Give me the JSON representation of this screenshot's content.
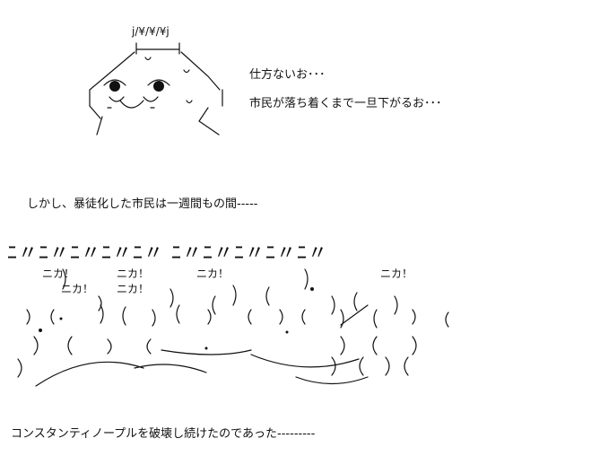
{
  "header_glyphs": "j/¥/¥/¥j",
  "speech": {
    "line1": "仕方ないお･･･",
    "line2": "市民が落ち着くまで一旦下がるお･･･"
  },
  "narration": {
    "top": "しかし、暴徒化した市民は一週間もの間-----",
    "bottom": "コンスタンティノープルを破壊し続けたのであった---------"
  },
  "chant": {
    "wall": "ﾆ〃ﾆ〃ﾆ〃ﾆ〃ﾆ〃 ﾆ〃ﾆ〃ﾆ〃ﾆ〃ﾆ〃",
    "nika_labels": [
      "ニカ！",
      "ニカ！",
      "ニカ！",
      "ニカ！",
      "ニカ！",
      "ニカ！"
    ]
  }
}
